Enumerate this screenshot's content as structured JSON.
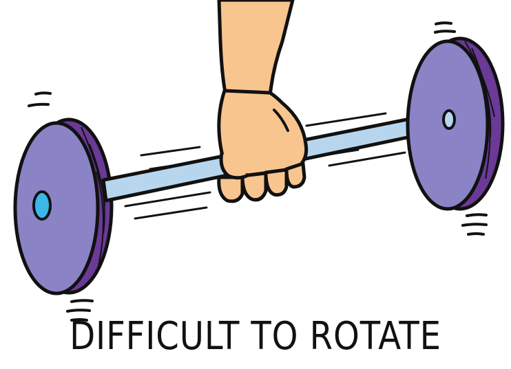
{
  "caption": "DIFFICULT TO ROTATE",
  "colors": {
    "plate_face": "#8a83c6",
    "plate_rim": "#6a3a96",
    "rod": "#b7d6ee",
    "skin": "#f8c58f",
    "hub": "#3cb7e8",
    "outline": "#111111"
  },
  "icons": [
    "barbell-illustration",
    "hand-illustration",
    "motion-lines"
  ]
}
